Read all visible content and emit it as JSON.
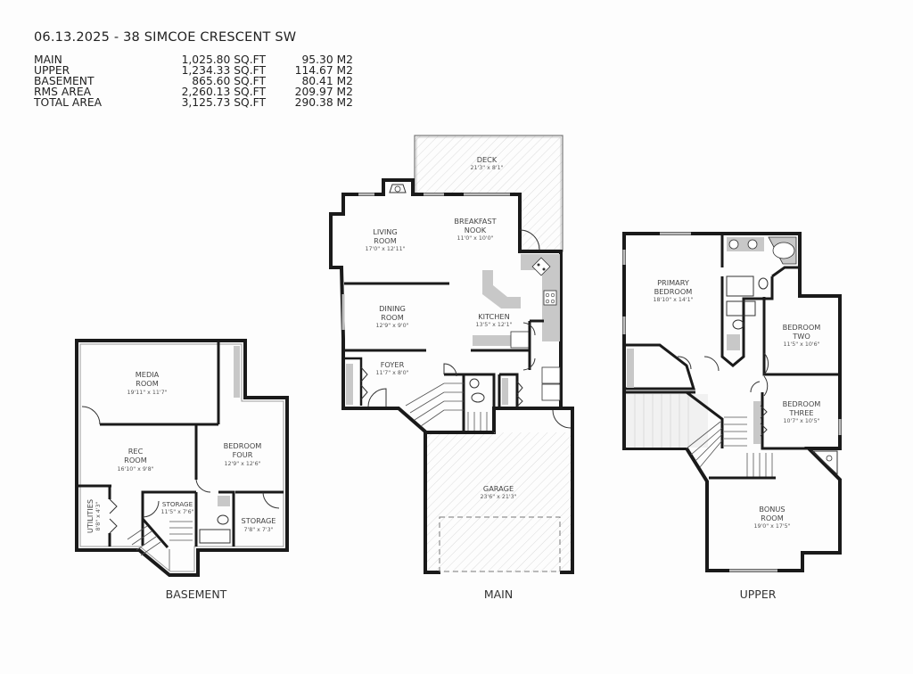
{
  "header": {
    "title": "06.13.2025 - 38 SIMCOE CRESCENT SW",
    "areas": [
      {
        "label": "MAIN",
        "sqft": "1,025.80 SQ.FT",
        "m2": "95.30 M2"
      },
      {
        "label": "UPPER",
        "sqft": "1,234.33 SQ.FT",
        "m2": "114.67 M2"
      },
      {
        "label": "BASEMENT",
        "sqft": "865.60 SQ.FT",
        "m2": "80.41 M2"
      },
      {
        "label": "RMS AREA",
        "sqft": "2,260.13 SQ.FT",
        "m2": "209.97 M2"
      },
      {
        "label": "TOTAL AREA",
        "sqft": "3,125.73 SQ.FT",
        "m2": "290.38 M2"
      }
    ]
  },
  "floors": {
    "basement": {
      "label": "BASEMENT",
      "rooms": {
        "media": {
          "name1": "MEDIA",
          "name2": "ROOM",
          "dim": "19'11\" x 11'7\""
        },
        "rec": {
          "name1": "REC",
          "name2": "ROOM",
          "dim": "16'10\" x 9'8\""
        },
        "bed4": {
          "name1": "BEDROOM",
          "name2": "FOUR",
          "dim": "12'9\" x 12'6\""
        },
        "storage1": {
          "name1": "STORAGE",
          "dim": "11'5\" x 7'6\""
        },
        "storage2": {
          "name1": "STORAGE",
          "dim": "7'8\" x 7'3\""
        },
        "utilities": {
          "name1": "UTILITIES",
          "dim": "8'8\" x 4'3\""
        }
      }
    },
    "main": {
      "label": "MAIN",
      "rooms": {
        "deck": {
          "name1": "DECK",
          "dim": "21'3\" x 8'1\""
        },
        "living": {
          "name1": "LIVING",
          "name2": "ROOM",
          "dim": "17'0\" x 12'11\""
        },
        "nook": {
          "name1": "BREAKFAST",
          "name2": "NOOK",
          "dim": "11'0\" x 10'0\""
        },
        "dining": {
          "name1": "DINING",
          "name2": "ROOM",
          "dim": "12'9\" x 9'0\""
        },
        "kitchen": {
          "name1": "KITCHEN",
          "dim": "13'5\" x 12'1\""
        },
        "foyer": {
          "name1": "FOYER",
          "dim": "11'7\" x 8'0\""
        },
        "garage": {
          "name1": "GARAGE",
          "dim": "23'6\" x 21'3\""
        }
      }
    },
    "upper": {
      "label": "UPPER",
      "rooms": {
        "primary": {
          "name1": "PRIMARY",
          "name2": "BEDROOM",
          "dim": "18'10\" x 14'1\""
        },
        "bed2": {
          "name1": "BEDROOM",
          "name2": "TWO",
          "dim": "11'5\" x 10'6\""
        },
        "bed3": {
          "name1": "BEDROOM",
          "name2": "THREE",
          "dim": "10'7\" x 10'5\""
        },
        "bonus": {
          "name1": "BONUS",
          "name2": "ROOM",
          "dim": "19'0\" x 17'5\""
        }
      }
    }
  },
  "colors": {
    "wall": "#1a1a1a",
    "fixture": "#c8c8c8",
    "hatch": "#d4d4d4",
    "background": "#fdfdfd"
  }
}
